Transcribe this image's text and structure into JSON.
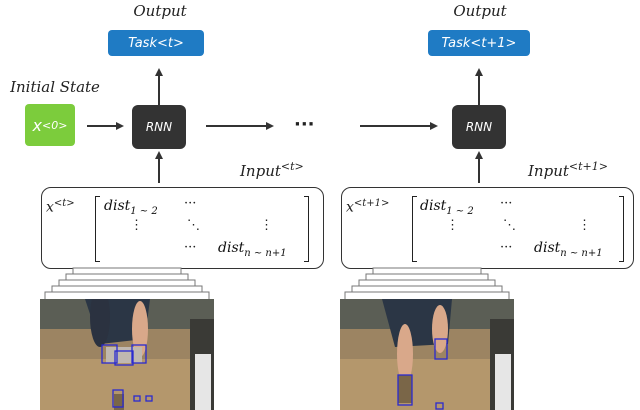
{
  "left": {
    "output_label": "Output",
    "task_label": "Task<t>",
    "rnn_label": "RNN",
    "input_label": "Input",
    "input_sup": "<t>",
    "x_base": "x",
    "x_sup": "<t>",
    "dist_top": "dist",
    "dist_top_sub": "1 ~ 2",
    "dist_bottom": "dist",
    "dist_bottom_sub": "n ~ n+1"
  },
  "right": {
    "output_label": "Output",
    "task_label": "Task<t+1>",
    "rnn_label": "RNN",
    "input_label": "Input",
    "input_sup": "<t+1>",
    "x_base": "x",
    "x_sup": "<t+1>",
    "dist_top": "dist",
    "dist_top_sub": "1 ~ 2",
    "dist_bottom": "dist",
    "dist_bottom_sub": "n ~ n+1"
  },
  "initial_state": {
    "label": "Initial State",
    "x_base": "x",
    "x_sup": "<0>"
  },
  "ellipsis": "···",
  "matrix_dots": {
    "h": "···",
    "v": "⋮",
    "d": "⋱"
  },
  "colors": {
    "task_blue": "#1f7bc4",
    "rnn_dark": "#333333",
    "state_green": "#7ccc3c",
    "bbox_blue": "#2a2ad0"
  }
}
